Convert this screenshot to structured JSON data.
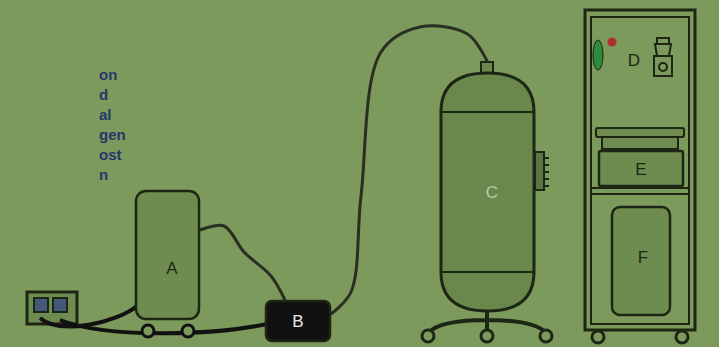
{
  "diagram": {
    "nodes": [
      {
        "text": [
          "A"
        ]
      },
      {
        "text": [
          "B"
        ]
      },
      {
        "text": [
          "C"
        ]
      },
      {
        "text": [
          "D"
        ]
      },
      {
        "text": [
          "E"
        ]
      },
      {
        "text": [
          "F"
        ]
      }
    ],
    "edges": [
      {
        "from": 0,
        "to": 1,
        "arrow": "none"
      },
      {
        "from": 1,
        "to": 2,
        "arrow": "none"
      }
    ],
    "labels": [
      "on",
      "d",
      "al",
      "gen",
      "ost",
      "n"
    ]
  }
}
